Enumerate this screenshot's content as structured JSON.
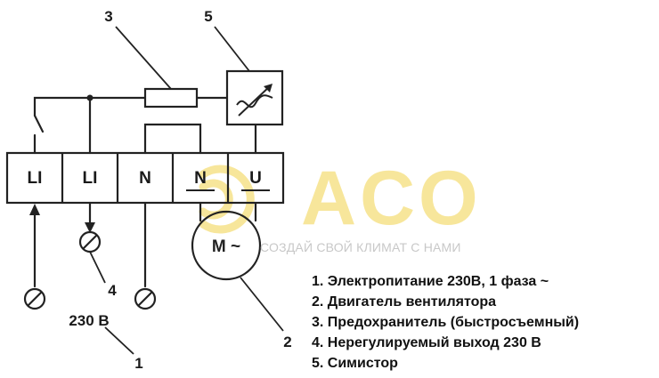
{
  "terminals": [
    "LI",
    "LI",
    "N",
    "N",
    "U"
  ],
  "motor_label": "M ~",
  "voltage_label": "230 В",
  "callouts": {
    "one": "1",
    "two": "2",
    "three": "3",
    "four": "4",
    "five": "5"
  },
  "legend": [
    "1. Электропитание 230В, 1 фаза ~",
    "2. Двигатель вентилятора",
    "3. Предохранитель (быстросъемный)",
    "4. Нерегулируемый выход 230 В",
    "5. Симистор"
  ],
  "watermark": {
    "logo_text": "АСО",
    "tagline": "СОЗДАЙ СВОЙ КЛИМАТ С НАМИ",
    "color": "#f2d34a"
  }
}
